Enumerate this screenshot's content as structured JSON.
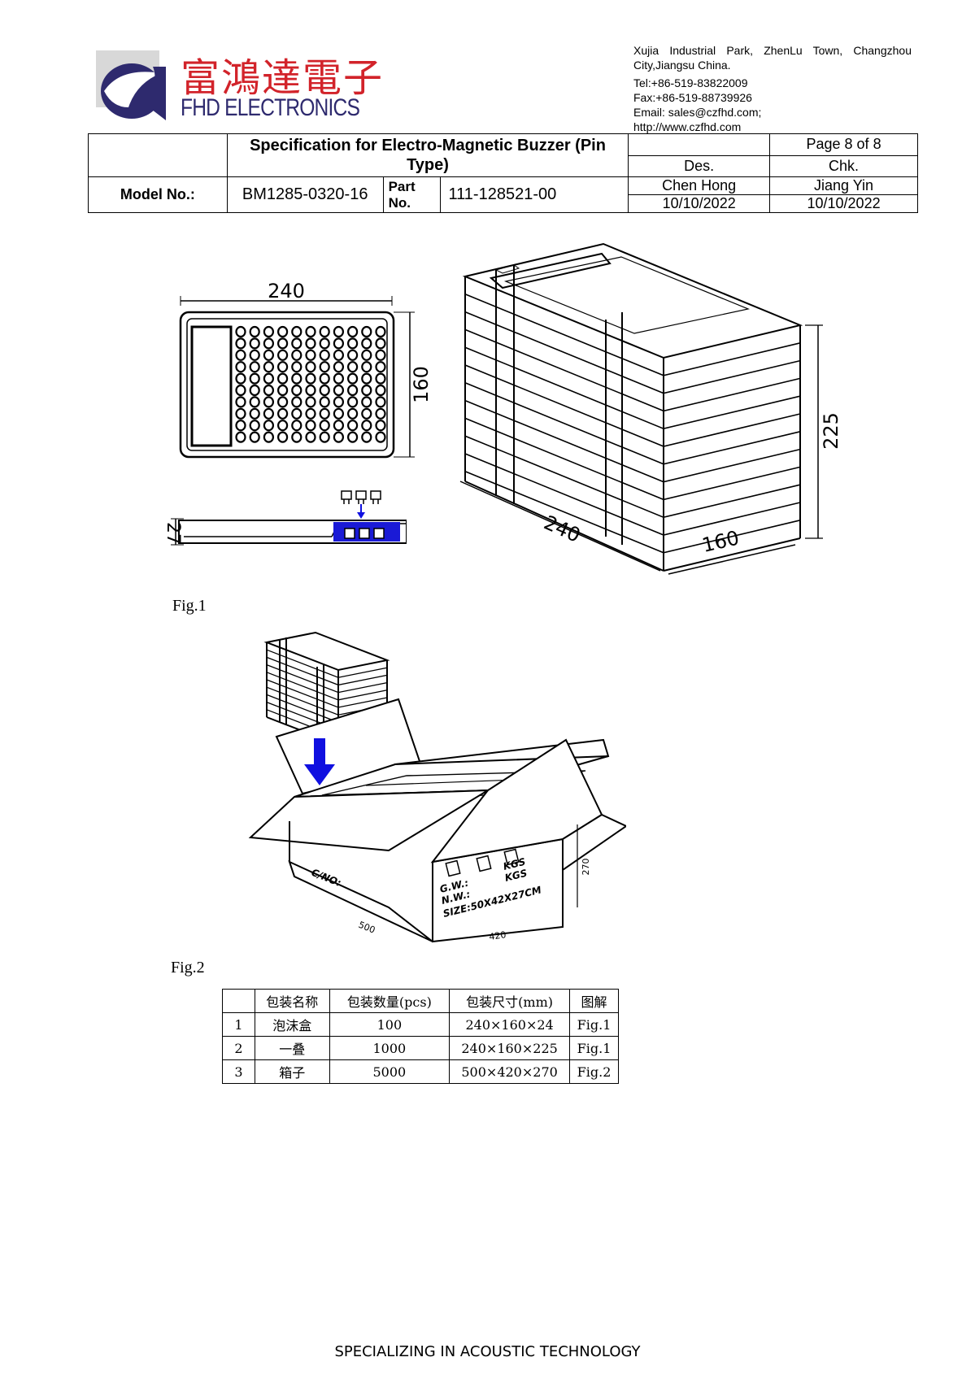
{
  "logo": {
    "cn_text": "富鴻達電子",
    "en_text": "FHD ELECTRONICS"
  },
  "company": {
    "address": "Xujia Industrial Park, ZhenLu Town, Changzhou City,Jiangsu China.",
    "tel": "Tel:+86-519-83822009",
    "fax": "Fax:+86-519-88739926",
    "email": "Email: sales@czfhd.com;",
    "web": "http://www.czfhd.com"
  },
  "header": {
    "title": "Specification for Electro-Magnetic Buzzer (Pin Type)",
    "page": "Page 8 of 8",
    "des_label": "Des.",
    "chk_label": "Chk.",
    "model_label": "Model No.:",
    "model_value": "BM1285-0320-16",
    "part_label": "Part No.",
    "part_value": "111-128521-00",
    "designer": "Chen Hong",
    "checker": "Jiang Yin",
    "des_date": "10/10/2022",
    "chk_date": "10/10/2022"
  },
  "fig1": {
    "label": "Fig.1",
    "tray_width": "240",
    "tray_depth": "160",
    "tray_height": "27",
    "stack_width": "240",
    "stack_depth": "160",
    "stack_height": "225"
  },
  "fig2": {
    "label": "Fig.2",
    "box_length": "500",
    "box_width": "420",
    "box_height": "270",
    "gw": "G.W.:",
    "nw": "N.W.:",
    "size": "SIZE:50X42X27CM",
    "kgs1": "KGS",
    "kgs2": "KGS",
    "cno": "C/NO:"
  },
  "pack_table": {
    "headers": [
      "",
      "包装名称",
      "包装数量(pcs)",
      "包装尺寸(mm)",
      "图解"
    ],
    "rows": [
      [
        "1",
        "泡沫盒",
        "100",
        "240×160×24",
        "Fig.1"
      ],
      [
        "2",
        "一叠",
        "1000",
        "240×160×225",
        "Fig.1"
      ],
      [
        "3",
        "箱子",
        "5000",
        "500×420×270",
        "Fig.2"
      ]
    ]
  },
  "footer": "SPECIALIZING IN ACOUSTIC TECHNOLOGY",
  "colors": {
    "logo_red": "#d2232a",
    "logo_blue": "#2e2a6e",
    "arrow_blue": "#1010e0"
  }
}
